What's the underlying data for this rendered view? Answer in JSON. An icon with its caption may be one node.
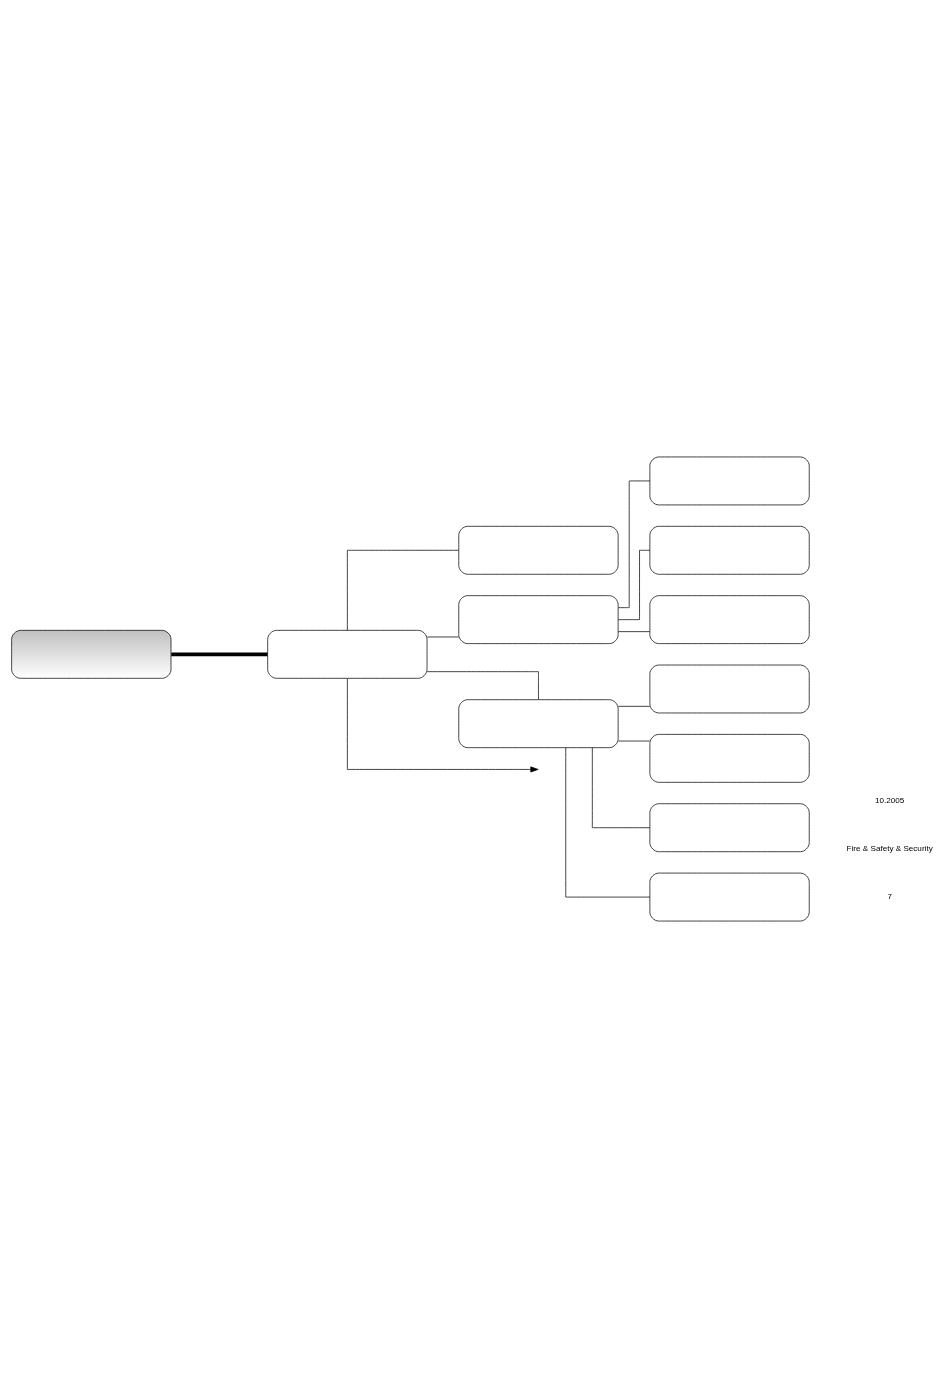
{
  "diagram": {
    "nodes": [
      {
        "text": [],
        "shape": "box"
      },
      {
        "text": [],
        "shape": "box"
      },
      {
        "text": [],
        "shape": "box"
      },
      {
        "text": [],
        "shape": "box"
      },
      {
        "text": [],
        "shape": "box"
      },
      {
        "text": [],
        "shape": "box"
      },
      {
        "text": [],
        "shape": "box"
      },
      {
        "text": [],
        "shape": "box"
      },
      {
        "text": [],
        "shape": "box"
      },
      {
        "text": [],
        "shape": "box"
      },
      {
        "text": [],
        "shape": "box"
      },
      {
        "text": [],
        "shape": "box"
      }
    ],
    "edges": [
      {
        "from": 0,
        "to": 1,
        "arrow": "none",
        "style": "thick"
      },
      {
        "from": 1,
        "to": 2,
        "arrow": "none"
      },
      {
        "from": 1,
        "to": 3,
        "arrow": "none"
      },
      {
        "from": 1,
        "to": 7,
        "arrow": "none"
      },
      {
        "from": 1,
        "to": null,
        "arrow": "to"
      },
      {
        "from": 3,
        "to": 4,
        "arrow": "none"
      },
      {
        "from": 3,
        "to": 5,
        "arrow": "none"
      },
      {
        "from": 3,
        "to": 6,
        "arrow": "none"
      },
      {
        "from": 7,
        "to": 8,
        "arrow": "none"
      },
      {
        "from": 7,
        "to": 9,
        "arrow": "none"
      },
      {
        "from": 7,
        "to": 10,
        "arrow": "none"
      },
      {
        "from": 7,
        "to": 11,
        "arrow": "none"
      }
    ],
    "labels": [
      "7",
      "Fire & Safety & Security",
      "10.2005"
    ]
  }
}
